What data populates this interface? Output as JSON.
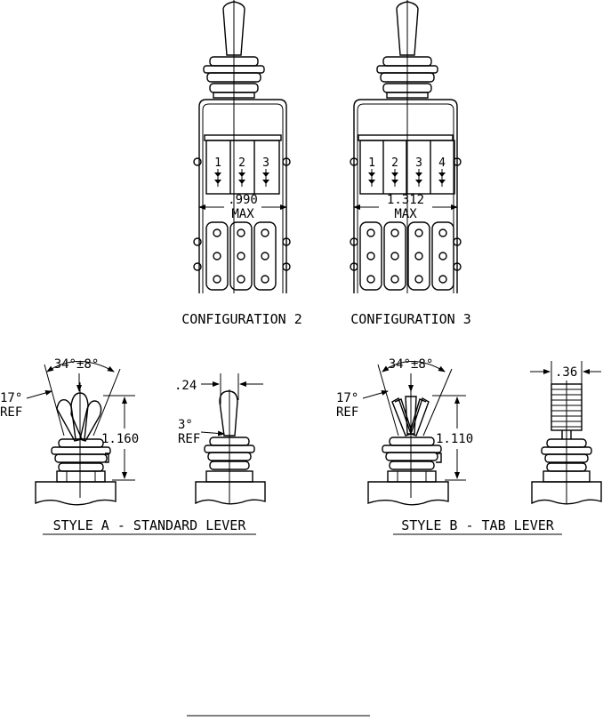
{
  "configurations": [
    {
      "title": "CONFIGURATION 2",
      "terminals": [
        "1",
        "2",
        "3"
      ],
      "width_dim": ".990",
      "width_note": "MAX"
    },
    {
      "title": "CONFIGURATION 3",
      "terminals": [
        "1",
        "2",
        "3",
        "4"
      ],
      "width_dim": "1.312",
      "width_note": "MAX"
    }
  ],
  "style_a": {
    "caption": "STYLE A - STANDARD LEVER",
    "angle": "34°±8°",
    "angle_ref": "17°",
    "ref": "REF",
    "height": "1.160",
    "lever_width": ".24",
    "lever_angle": "3°",
    "lever_ref": "REF"
  },
  "style_b": {
    "caption": "STYLE B - TAB LEVER",
    "angle": "34°±8°",
    "angle_ref": "17°",
    "ref": "REF",
    "height": "1.110",
    "tab_width": ".36"
  }
}
